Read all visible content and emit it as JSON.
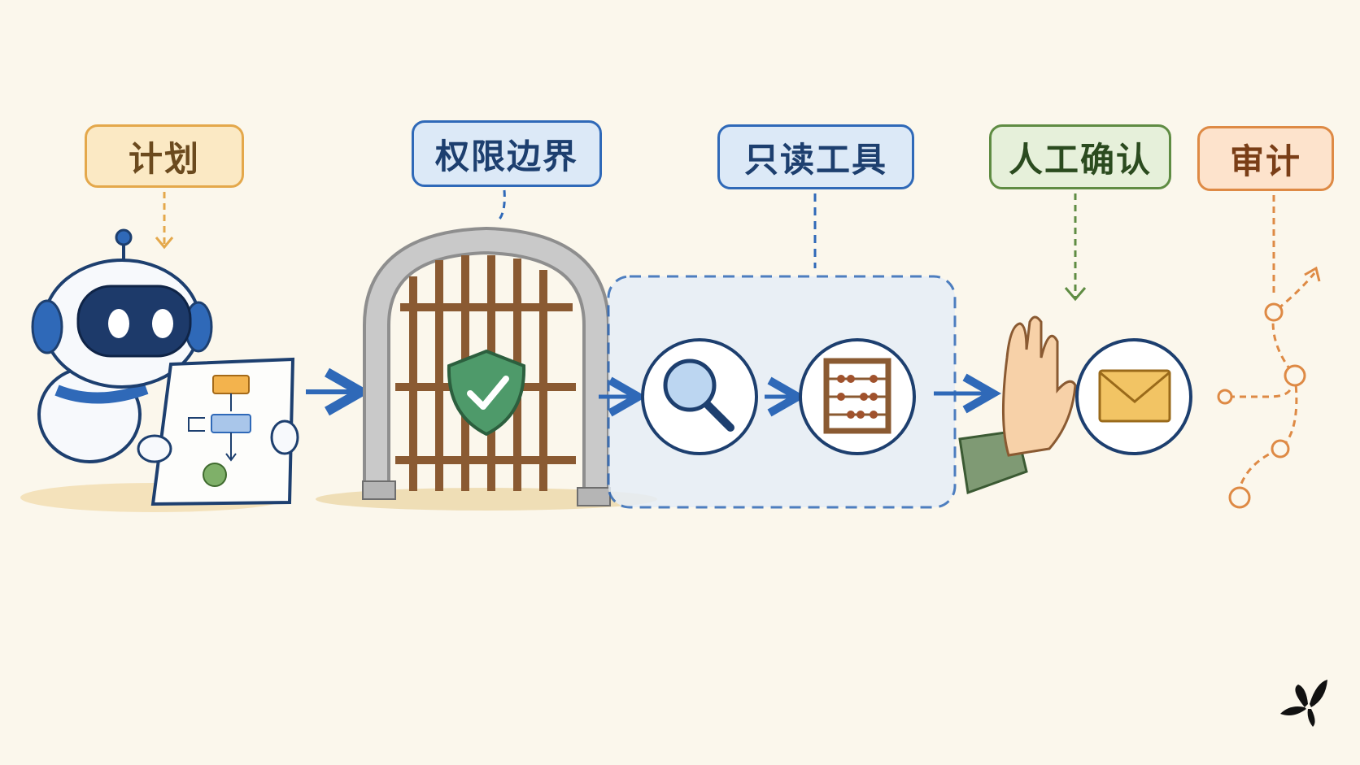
{
  "steps": {
    "plan": "计划",
    "permission_boundary": "权限边界",
    "read_only_tools": "只读工具",
    "human_confirmation": "人工确认",
    "audit": "审计"
  },
  "colors": {
    "plan": "#e4a84b",
    "boundary": "#2f69b8",
    "human": "#5f8c43",
    "audit": "#de8a45",
    "background": "#fbf7ec"
  },
  "icons": [
    "robot-icon",
    "flowchart-tablet-icon",
    "gate-icon",
    "shield-check-icon",
    "magnifier-icon",
    "abacus-icon",
    "stop-hand-icon",
    "envelope-icon",
    "audit-trail-icon",
    "butterfly-logo-icon"
  ]
}
